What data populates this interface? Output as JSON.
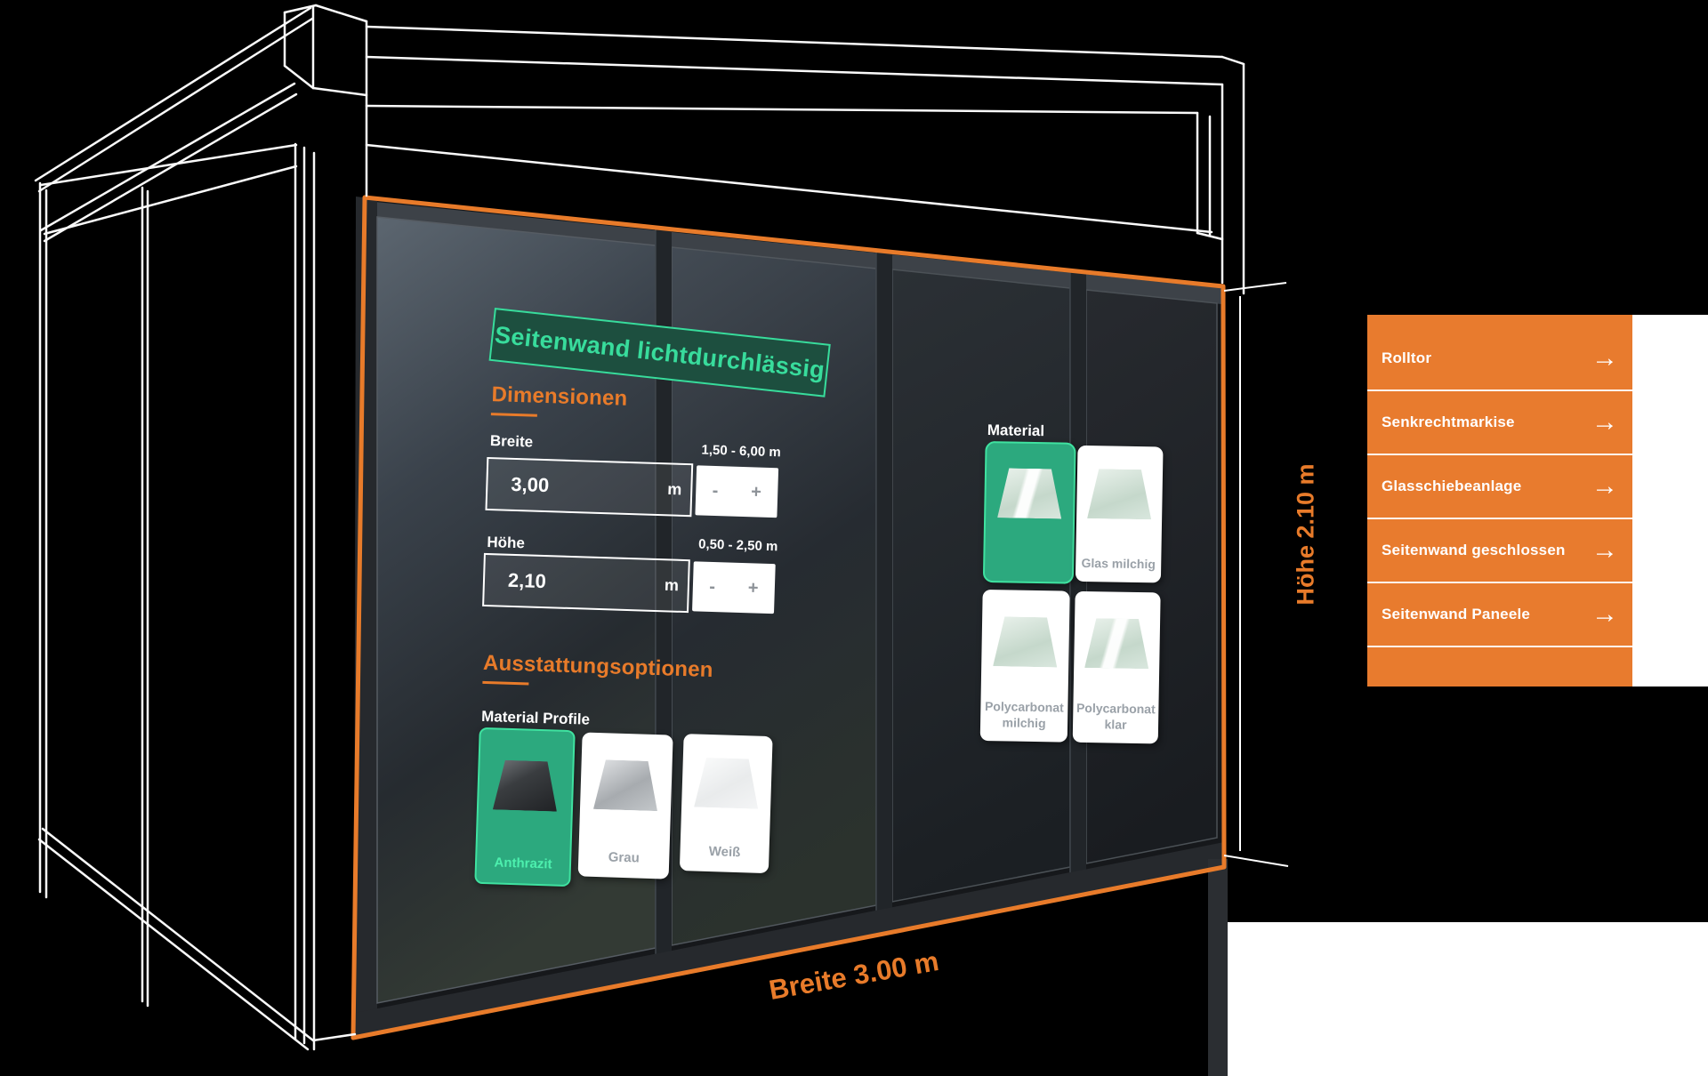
{
  "colors": {
    "accent_orange": "#e87b2a",
    "accent_green": "#3be3a4",
    "banner_green_bg": "#1d4f3f",
    "sidebar_orange": "#e87b2e"
  },
  "banner": {
    "title": "Seitenwand lichtdurchlässig"
  },
  "dimensions": {
    "heading": "Dimensionen",
    "width": {
      "label": "Breite",
      "value": "3,00",
      "unit": "m",
      "range": "1,50 - 6,00 m",
      "minus": "-",
      "plus": "+"
    },
    "height": {
      "label": "Höhe",
      "value": "2,10",
      "unit": "m",
      "range": "0,50 - 2,50 m",
      "minus": "-",
      "plus": "+"
    }
  },
  "options": {
    "heading": "Ausstattungsoptionen",
    "profile": {
      "label": "Material Profile",
      "tiles": [
        {
          "label": "Anthrazit",
          "selected": true
        },
        {
          "label": "Grau",
          "selected": false
        },
        {
          "label": "Weiß",
          "selected": false
        }
      ]
    },
    "material": {
      "label": "Material",
      "tiles": [
        {
          "label": "",
          "selected": true
        },
        {
          "label": "Glas milchig",
          "selected": false
        },
        {
          "label": "Polycarbonat milchig",
          "selected": false
        },
        {
          "label": "Polycarbonat klar",
          "selected": false
        }
      ]
    }
  },
  "measurements": {
    "height_label": "Höhe 2.10 m",
    "width_label": "Breite 3.00 m"
  },
  "sidebar": {
    "arrow": "→",
    "items": [
      {
        "label": "Rolltor"
      },
      {
        "label": "Senkrechtmarkise"
      },
      {
        "label": "Glasschiebeanlage"
      },
      {
        "label": "Seitenwand geschlossen"
      },
      {
        "label": "Seitenwand Paneele"
      }
    ]
  }
}
